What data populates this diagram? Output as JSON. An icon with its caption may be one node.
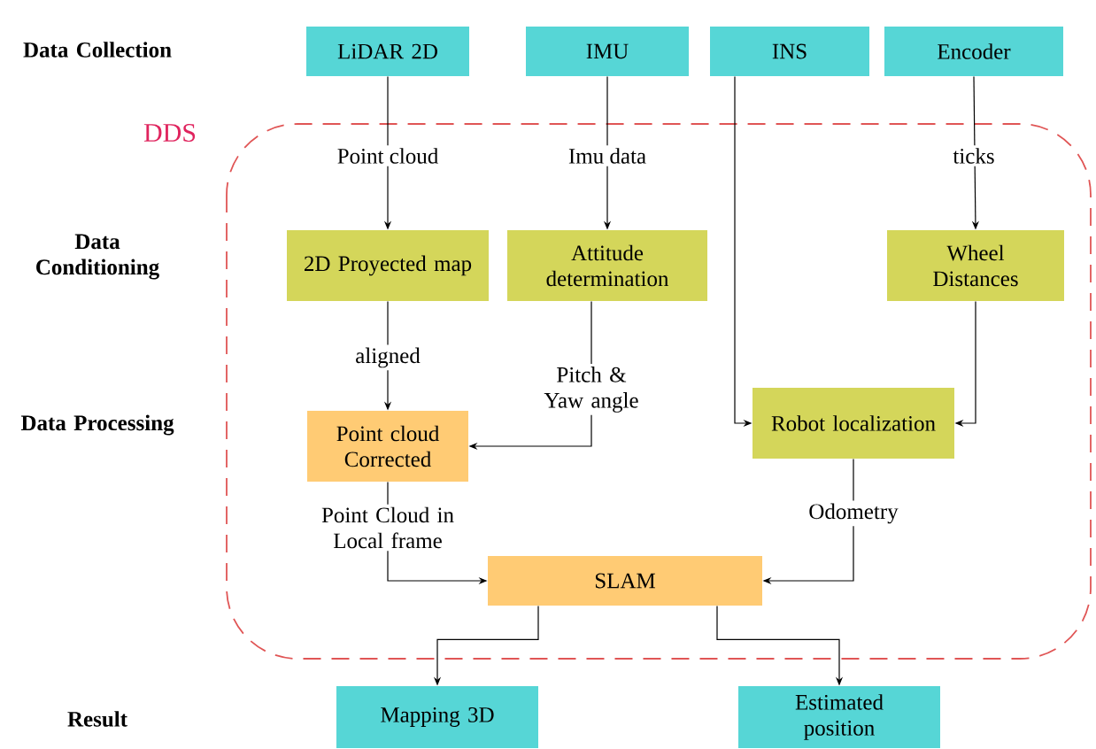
{
  "diagram": {
    "nodes": [
      {
        "text": [
          "DDS"
        ]
      },
      {
        "text": [
          "LiDAR 2D"
        ]
      },
      {
        "text": [
          "IMU"
        ]
      },
      {
        "text": [
          "INS"
        ]
      },
      {
        "text": [
          "Encoder"
        ]
      },
      {
        "text": [
          "2D Proyected map"
        ],
        "in": 0
      },
      {
        "text": [
          "Attitude determination"
        ],
        "in": 0
      },
      {
        "text": [
          "Wheel Distances"
        ],
        "in": 0
      },
      {
        "text": [
          "Point cloud Corrected"
        ],
        "in": 0
      },
      {
        "text": [
          "Robot localization"
        ],
        "in": 0
      },
      {
        "text": [
          "SLAM"
        ],
        "in": 0
      },
      {
        "text": [
          "Mapping 3D"
        ]
      },
      {
        "text": [
          "Estimated position"
        ]
      }
    ],
    "edges": [
      {
        "from": 1,
        "to": 5,
        "arrow": "to",
        "label": "Point cloud"
      },
      {
        "from": 2,
        "to": 6,
        "arrow": "to",
        "label": "Imu data"
      },
      {
        "from": 4,
        "to": 7,
        "arrow": "to",
        "label": "ticks"
      },
      {
        "from": 3,
        "to": 9,
        "arrow": "to"
      },
      {
        "from": 5,
        "to": 8,
        "arrow": "to",
        "label": "aligned"
      },
      {
        "from": 6,
        "to": 8,
        "arrow": "to",
        "label": "Pitch & Yaw angle"
      },
      {
        "from": 7,
        "to": 9,
        "arrow": "to"
      },
      {
        "from": 8,
        "to": 10,
        "arrow": "to",
        "label": "Point Cloud in Local frame"
      },
      {
        "from": 9,
        "to": 10,
        "arrow": "to",
        "label": "Odometry"
      },
      {
        "from": 10,
        "to": 11,
        "arrow": "to"
      },
      {
        "from": 10,
        "to": 12,
        "arrow": "to"
      }
    ],
    "labels": [
      "Data Collection",
      "Data Conditioning",
      "Data Processing",
      "Result"
    ]
  }
}
